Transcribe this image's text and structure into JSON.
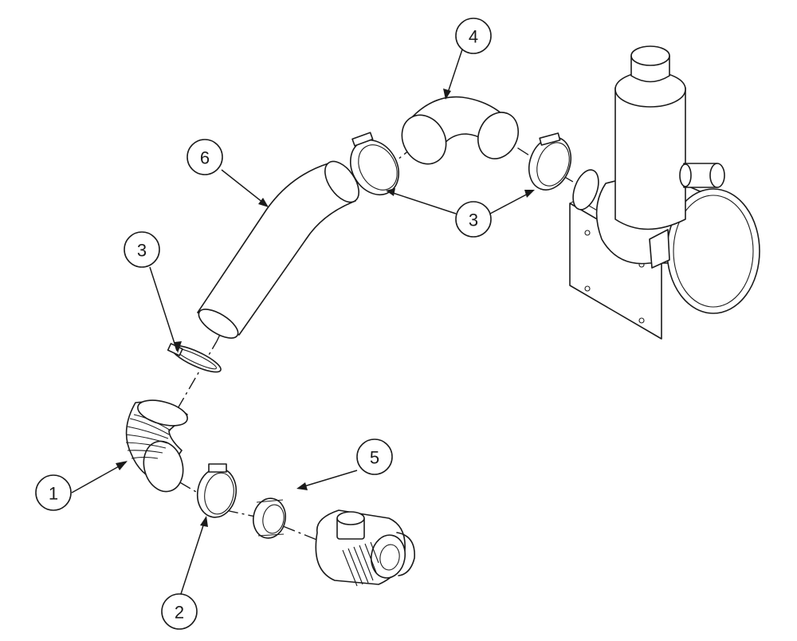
{
  "callouts": [
    {
      "id": "callout-1",
      "number": "1"
    },
    {
      "id": "callout-2",
      "number": "2"
    },
    {
      "id": "callout-3-upper",
      "number": "3"
    },
    {
      "id": "callout-3-left",
      "number": "3"
    },
    {
      "id": "callout-4",
      "number": "4"
    },
    {
      "id": "callout-5",
      "number": "5"
    },
    {
      "id": "callout-6",
      "number": "6"
    }
  ]
}
